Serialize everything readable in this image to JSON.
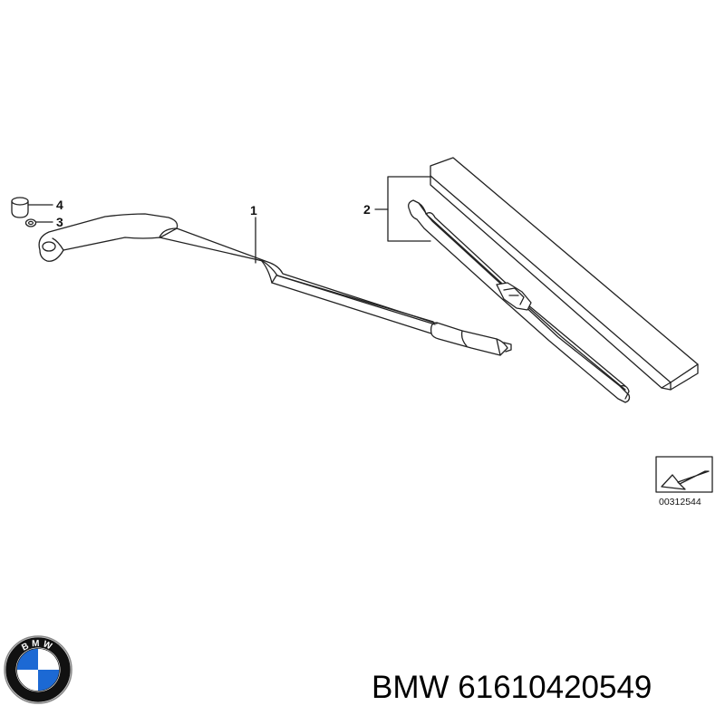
{
  "callouts": {
    "arm": "1",
    "blade": "2",
    "nut": "3",
    "cap": "4"
  },
  "diagram_code": "00312544",
  "part_label": {
    "brand": "BMW",
    "part_number": "61610420549"
  },
  "logo": {
    "letters": "BMW",
    "colors": {
      "blue": "#1c69d4",
      "white": "#ffffff",
      "ring": "#111111"
    }
  }
}
